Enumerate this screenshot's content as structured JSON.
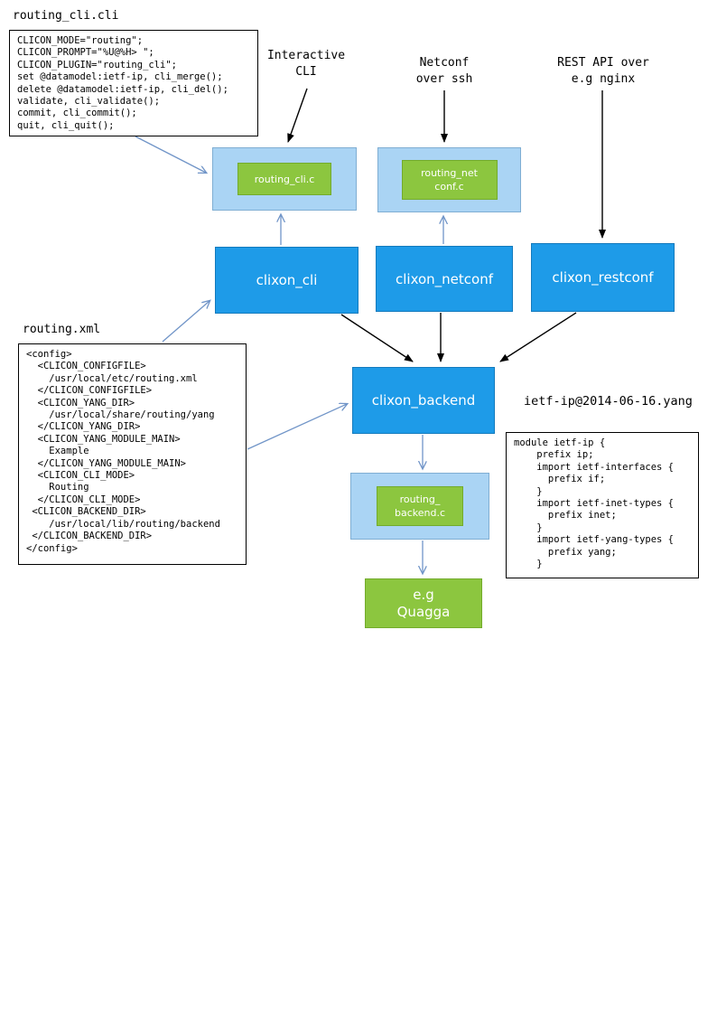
{
  "labels": {
    "routing_cli_file": "routing_cli.cli",
    "interactive_cli": "Interactive\nCLI",
    "netconf": "Netconf\nover ssh",
    "rest_api": "REST API over\ne.g nginx",
    "routing_xml_file": "routing.xml",
    "yang_file": "ietf-ip@2014-06-16.yang"
  },
  "nodes": {
    "routing_cli_c": "routing_cli.c",
    "routing_netconf_c": "routing_net\nconf.c",
    "clixon_cli": "clixon_cli",
    "clixon_netconf": "clixon_netconf",
    "clixon_restconf": "clixon_restconf",
    "clixon_backend": "clixon_backend",
    "routing_backend_c": "routing_\nbackend.c",
    "quagga": "e.g\nQuagga"
  },
  "code_blocks": {
    "routing_cli_cli": "CLICON_MODE=\"routing\";\nCLICON_PROMPT=\"%U@%H> \";\nCLICON_PLUGIN=\"routing_cli\";\nset @datamodel:ietf-ip, cli_merge();\ndelete @datamodel:ietf-ip, cli_del();\nvalidate, cli_validate();\ncommit, cli_commit();\nquit, cli_quit();",
    "routing_xml": "<config>\n  <CLICON_CONFIGFILE>\n    /usr/local/etc/routing.xml\n  </CLICON_CONFIGFILE>\n  <CLICON_YANG_DIR>\n    /usr/local/share/routing/yang\n  </CLICON_YANG_DIR>\n  <CLICON_YANG_MODULE_MAIN>\n    Example\n  </CLICON_YANG_MODULE_MAIN>\n  <CLICON_CLI_MODE>\n    Routing\n  </CLICON_CLI_MODE>\n <CLICON_BACKEND_DIR>\n    /usr/local/lib/routing/backend\n </CLICON_BACKEND_DIR>\n</config>",
    "ietf_ip_yang": "module ietf-ip {\n    prefix ip;\n    import ietf-interfaces {\n      prefix if;\n    }\n    import ietf-inet-types {\n      prefix inet;\n    }\n    import ietf-yang-types {\n      prefix yang;\n    }"
  },
  "colors": {
    "node_blue": "#1e9be8",
    "node_light_blue": "#aad4f4",
    "node_green": "#8cc63f",
    "arrow_blue": "#7195c8",
    "arrow_black": "#000000"
  }
}
